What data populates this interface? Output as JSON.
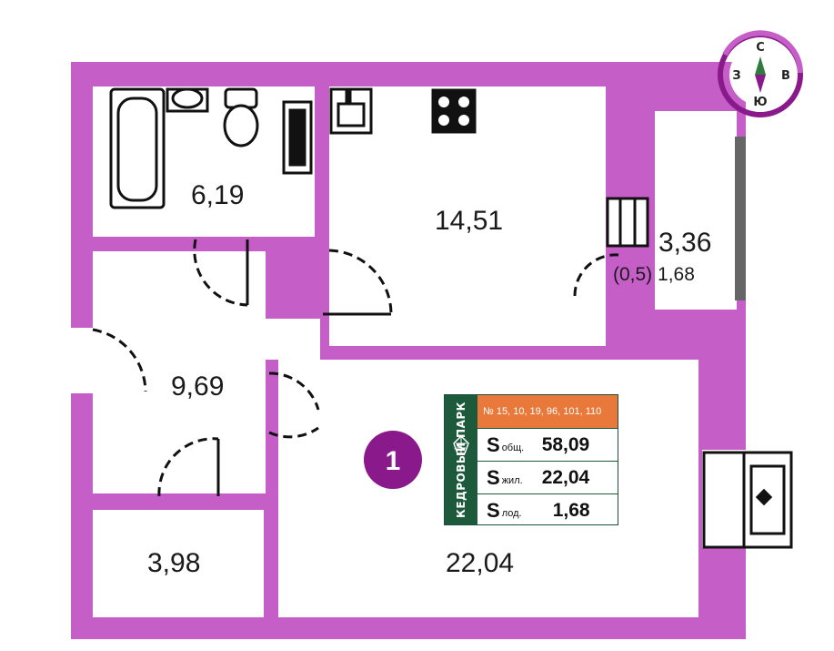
{
  "colors": {
    "wall": "#c65ec8",
    "floor": "#ffffff",
    "accent_badge": "#8a1a8c",
    "brand_green": "#1d5a3c",
    "apartment_row": "#e8793a"
  },
  "rooms": {
    "bathroom_area": "6,19",
    "kitchen_area": "14,51",
    "loggia_area": "3,36",
    "loggia_reduced": "(0,5) 1,68",
    "hallway_area": "9,69",
    "storage_area": "3,98",
    "living_room_area": "22,04"
  },
  "compass": {
    "north": "С",
    "west": "З",
    "east": "В",
    "south": "Ю",
    "icon": "compass-icon"
  },
  "badge": {
    "number": "1"
  },
  "info_card": {
    "brand": "КЕДРОВЫЙ ПАРК",
    "brand_icon": "pine-cone-icon",
    "apartments": "№ 15, 10, 19, 96, 101, 110",
    "rows": [
      {
        "symbol": "S",
        "label": "общ.",
        "value": "58,09"
      },
      {
        "symbol": "S",
        "label": "жил.",
        "value": "22,04"
      },
      {
        "symbol": "S",
        "label": "лод.",
        "value": "1,68"
      }
    ]
  }
}
